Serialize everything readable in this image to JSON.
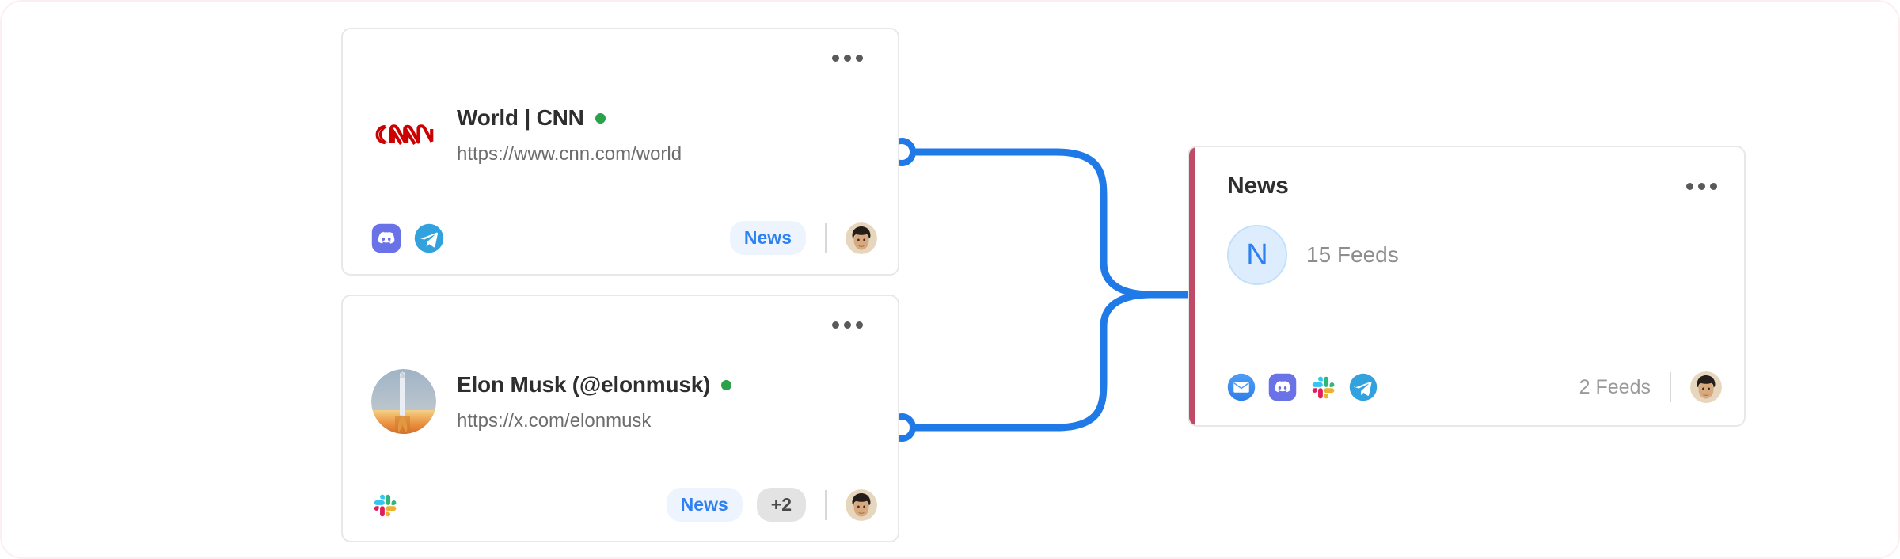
{
  "page": {
    "background": "#ffffff",
    "border_color": "#fdeef1",
    "accent_blue": "#2f80f0",
    "accent_rose": "#bf4c67",
    "online_green": "#2aa14a"
  },
  "connections": [
    {
      "name": "cnn-to-news",
      "from": "cnn-card",
      "to": "news-card",
      "color": "#2f80f0"
    },
    {
      "name": "elon-to-news",
      "from": "elon-card",
      "to": "news-card",
      "color": "#2f80f0"
    }
  ],
  "source_cards": [
    {
      "id": "cnn",
      "menu_label": "•••",
      "logo_icon": "cnn-logo-icon",
      "title": "World | CNN",
      "status": "online",
      "url": "https://www.cnn.com/world",
      "channel_icons": [
        "discord-icon",
        "telegram-icon"
      ],
      "tags": [
        "News"
      ],
      "overflow_tag": "",
      "avatar_icon": "user-avatar"
    },
    {
      "id": "elon",
      "menu_label": "•••",
      "logo_icon": "rocket-photo-icon",
      "title": "Elon Musk (@elonmusk)",
      "status": "online",
      "url": "https://x.com/elonmusk",
      "channel_icons": [
        "slack-icon"
      ],
      "tags": [
        "News"
      ],
      "overflow_tag": "+2",
      "avatar_icon": "user-avatar"
    }
  ],
  "target_card": {
    "id": "news",
    "title": "News",
    "menu_label": "•••",
    "accent_color": "#bf4c67",
    "avatar_letter": "N",
    "feeds_total": "15 Feeds",
    "channel_icons": [
      "email-icon",
      "discord-icon",
      "slack-icon",
      "telegram-icon"
    ],
    "feeds_selected": "2 Feeds",
    "avatar_icon": "user-avatar"
  }
}
